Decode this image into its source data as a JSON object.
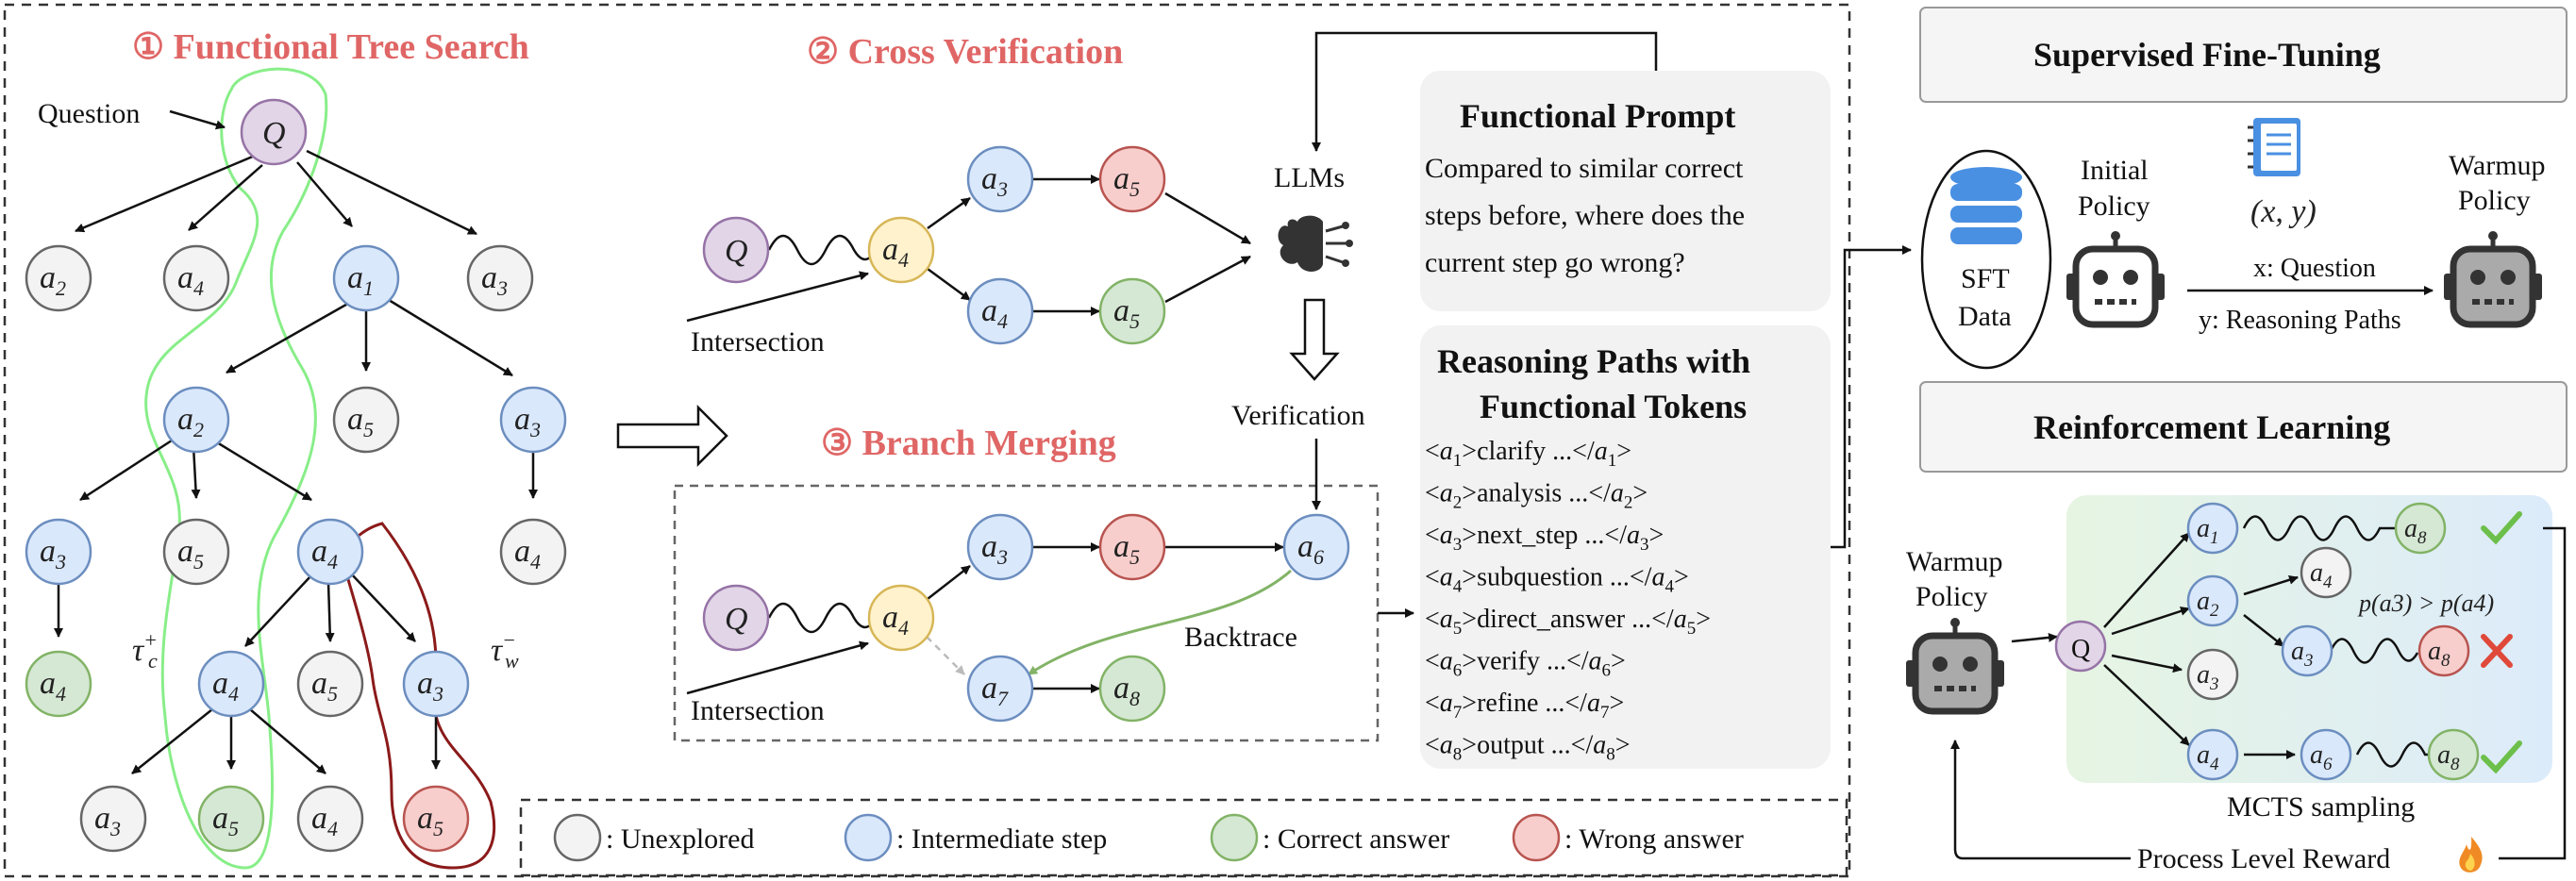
{
  "sections": {
    "tree_search": "① Functional Tree Search",
    "cross_verification": "② Cross Verification",
    "branch_merging": "③ Branch Merging"
  },
  "labels": {
    "question": "Question",
    "intersection_1": "Intersection",
    "intersection_2": "Intersection",
    "llms": "LLMs",
    "verification": "Verification",
    "backtrace": "Backtrace",
    "tau_c": "τ",
    "tau_c_sup": "+",
    "tau_c_sub": "c",
    "tau_w": "τ",
    "tau_w_sup": "−",
    "tau_w_sub": "w"
  },
  "functional_prompt": {
    "title": "Functional Prompt",
    "lines": [
      "Compared to similar correct",
      "steps before, where does the",
      "current step go wrong?"
    ]
  },
  "reasoning_paths": {
    "title_line1": "Reasoning Paths with",
    "title_line2": "Functional Tokens",
    "tokens": [
      {
        "i": "1",
        "word": "clarify ..."
      },
      {
        "i": "2",
        "word": "analysis ..."
      },
      {
        "i": "3",
        "word": "next_step ..."
      },
      {
        "i": "4",
        "word": "subquestion ..."
      },
      {
        "i": "5",
        "word": "direct_answer ..."
      },
      {
        "i": "6",
        "word": "verify ..."
      },
      {
        "i": "7",
        "word": "refine ..."
      },
      {
        "i": "8",
        "word": "output ..."
      }
    ]
  },
  "legend": [
    {
      "label": ": Unexplored",
      "color": "#f3f3f3"
    },
    {
      "label": ": Intermediate step",
      "color": "#dae8fc"
    },
    {
      "label": ": Correct answer",
      "color": "#d5e8d4"
    },
    {
      "label": ": Wrong answer",
      "color": "#f8cecc"
    }
  ],
  "sft": {
    "title": "Supervised Fine-Tuning",
    "data_line1": "SFT",
    "data_line2": "Data",
    "initial_line1": "Initial",
    "initial_line2": "Policy",
    "pair": "(x, y)",
    "x_desc": "x: Question",
    "y_desc": "y: Reasoning Paths",
    "warmup_line1": "Warmup",
    "warmup_line2": "Policy"
  },
  "rl": {
    "title": "Reinforcement Learning",
    "warmup_line1": "Warmup",
    "warmup_line2": "Policy",
    "prob": "p(a3) > p(a4)",
    "mcts": "MCTS sampling",
    "reward": "Process Level Reward"
  },
  "colors": {
    "accent_red": "#e06666",
    "unexplored": "#f3f3f3",
    "intermediate": "#dae8fc",
    "correct": "#d5e8d4",
    "wrong": "#f8cecc",
    "question": "#e1d5e7",
    "intersection": "#fff2cc",
    "path_green": "#88ee88",
    "path_red": "#8b1a1a"
  }
}
